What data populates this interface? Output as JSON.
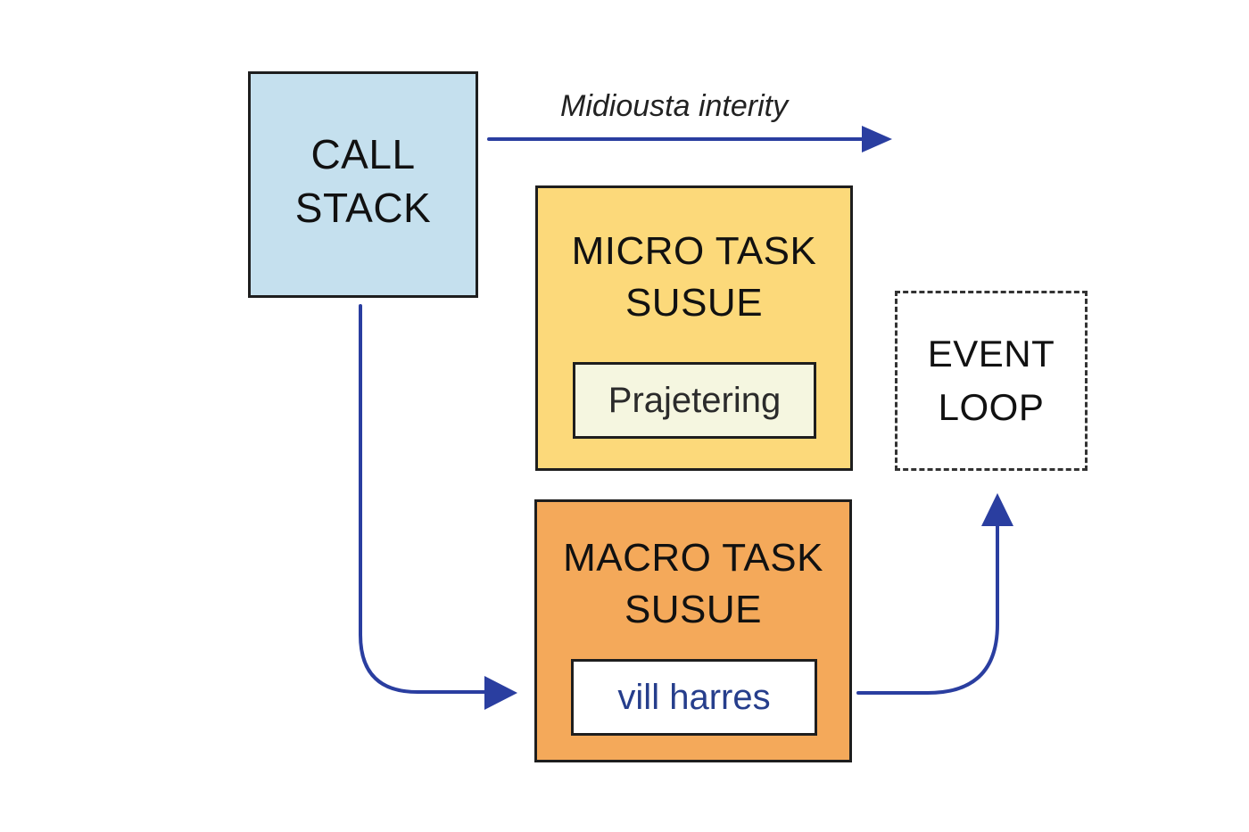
{
  "diagram": {
    "call_stack": {
      "title": "CALL\nSTACK"
    },
    "micro_task_queue": {
      "title": "MICRO TASK\nSUSUE",
      "item": "Prajetering"
    },
    "macro_task_queue": {
      "title": "MACRO TASK\nSUSUE",
      "item": "vill harres"
    },
    "event_loop": {
      "title": "EVENT\nLOOP"
    },
    "top_arrow_label": "Midiousta interity",
    "colors": {
      "call_stack_fill": "#c5e0ee",
      "micro_queue_fill": "#fcd97a",
      "macro_queue_fill": "#f4a95a",
      "arrow": "#2a3ea0"
    }
  }
}
